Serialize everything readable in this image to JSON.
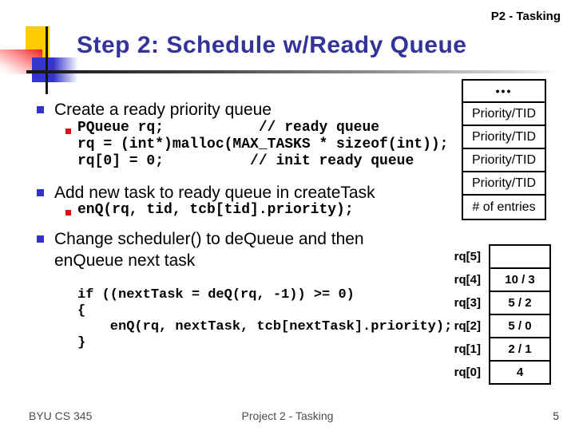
{
  "slide": {
    "corner_label": "P2 - Tasking",
    "title": "Step 2: Schedule w/Ready Queue",
    "bullet1": "Create a ready priority queue",
    "code1": "PQueue rq;           // ready queue\nrq = (int*)malloc(MAX_TASKS * sizeof(int));\nrq[0] = 0;          // init ready queue",
    "bullet2": "Add new task to ready queue in createTask",
    "code2": "enQ(rq, tid, tcb[tid].priority);",
    "bullet3": "Change scheduler() to deQueue and then\nenQueue next task",
    "code3": "if ((nextTask = deQ(rq, -1)) >= 0)\n{\n    enQ(rq, nextTask, tcb[nextTask].priority);\n}"
  },
  "queue_diagram": {
    "rows": [
      "•••",
      "Priority/TID",
      "Priority/TID",
      "Priority/TID",
      "Priority/TID",
      "# of entries"
    ]
  },
  "rq_diagram": {
    "rows": [
      {
        "label": "rq[5]",
        "value": ""
      },
      {
        "label": "rq[4]",
        "value": "10 / 3"
      },
      {
        "label": "rq[3]",
        "value": "5 / 2"
      },
      {
        "label": "rq[2]",
        "value": "5 / 0"
      },
      {
        "label": "rq[1]",
        "value": "2 / 1"
      },
      {
        "label": "rq[0]",
        "value": "4"
      }
    ]
  },
  "footer": {
    "course": "BYU CS 345",
    "project": "Project 2 - Tasking",
    "page_number": "5"
  },
  "colors": {
    "title": "#333399",
    "bullet_blue": "#3333cc",
    "bullet_red": "#dd1111",
    "accent_yellow": "#ffcc00"
  }
}
